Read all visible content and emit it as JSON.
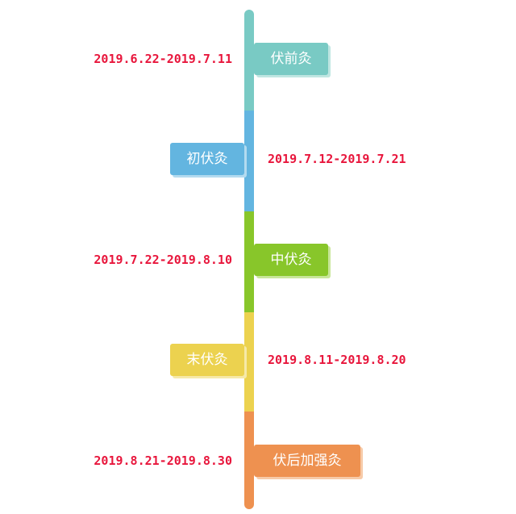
{
  "items": [
    {
      "label": "伏前灸",
      "date": "2019.6.22-2019.7.11",
      "color": "#79cac4",
      "shadow": "#bfe6e2"
    },
    {
      "label": "初伏灸",
      "date": "2019.7.12-2019.7.21",
      "color": "#63b5e0",
      "shadow": "#b3dbf0"
    },
    {
      "label": "中伏灸",
      "date": "2019.7.22-2019.8.10",
      "color": "#88c62a",
      "shadow": "#c8e69a"
    },
    {
      "label": "末伏灸",
      "date": "2019.8.11-2019.8.20",
      "color": "#ecd24f",
      "shadow": "#f6e9a8"
    },
    {
      "label": "伏后加强灸",
      "date": "2019.8.21-2019.8.30",
      "color": "#ee9150",
      "shadow": "#f7caa8"
    }
  ],
  "date_color": "#e8163c"
}
